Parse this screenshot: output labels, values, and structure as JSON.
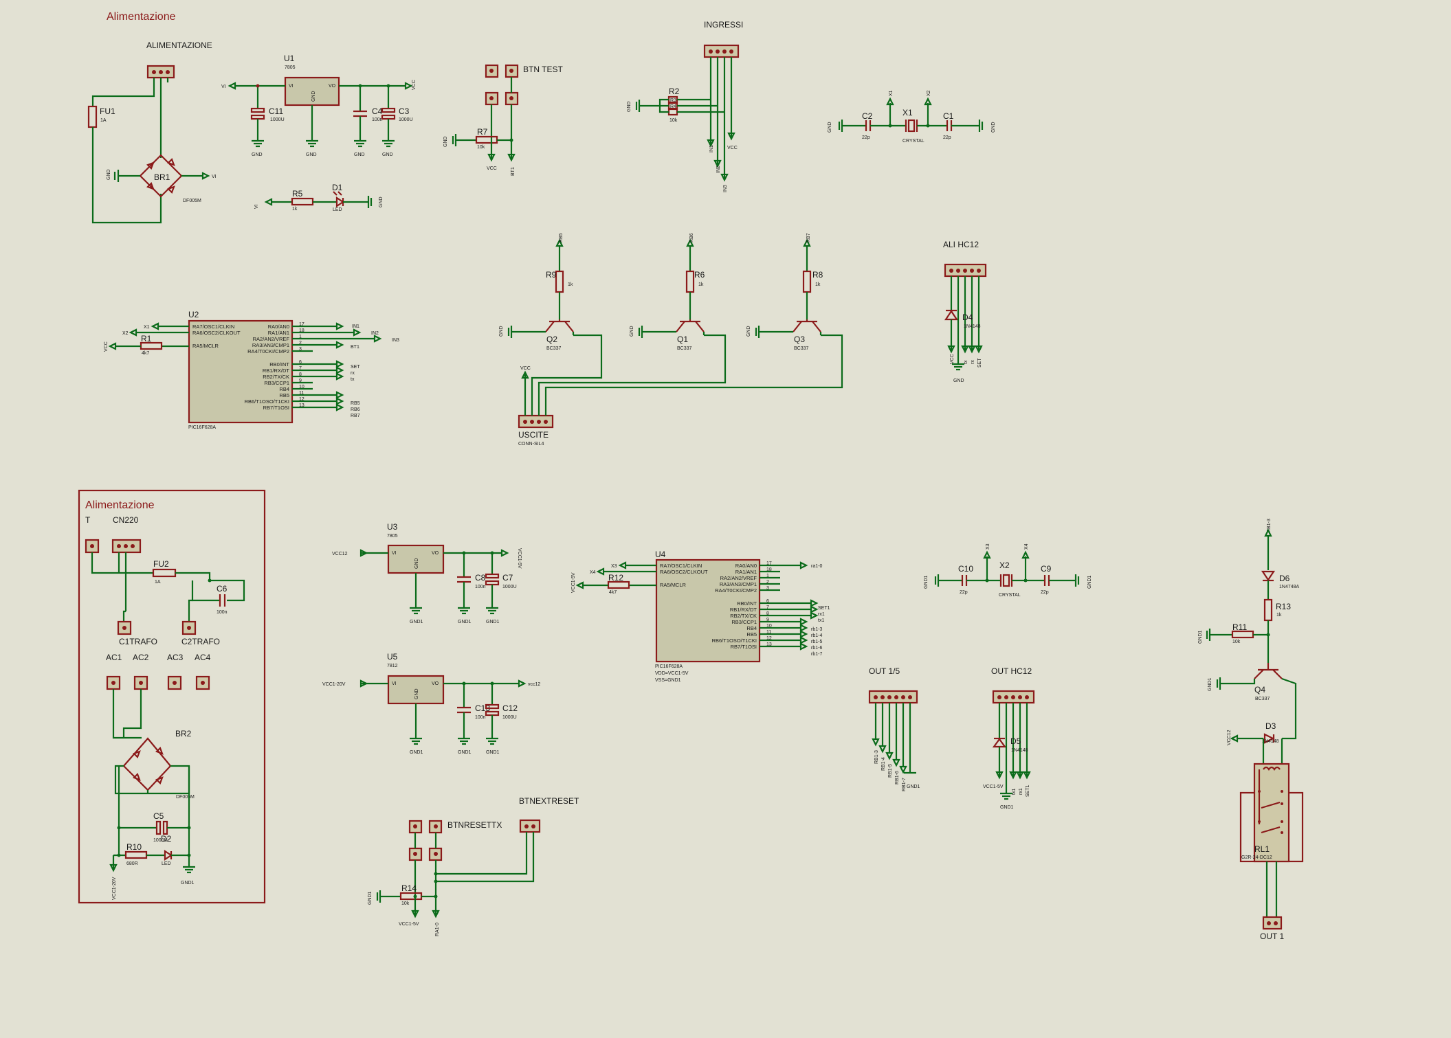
{
  "section_title_1": "Alimentazione",
  "section_title_2": "Alimentazione",
  "alimentazione_conn": "ALIMENTAZIONE",
  "fu1": {
    "ref": "FU1",
    "val": "1A"
  },
  "br1": {
    "ref": "BR1",
    "val": "DF005M"
  },
  "u1": {
    "ref": "U1",
    "val": "7805",
    "vi": "VI",
    "vo": "VO",
    "gnd": "GND"
  },
  "c11": {
    "ref": "C11",
    "val": "1000U"
  },
  "c4": {
    "ref": "C4",
    "val": "100n"
  },
  "c3": {
    "ref": "C3",
    "val": "1000U"
  },
  "btn_test": "BTN TEST",
  "r7": {
    "ref": "R7",
    "val": "10k"
  },
  "ingressi": "INGRESSI",
  "r2": {
    "ref": "R2",
    "val": "10k"
  },
  "r3": "R3",
  "r4": "R4",
  "x1": {
    "ref": "X1",
    "val": "CRYSTAL"
  },
  "c2": {
    "ref": "C2",
    "val": "22p"
  },
  "c1": {
    "ref": "C1",
    "val": "22p"
  },
  "r5": {
    "ref": "R5",
    "val": "1k"
  },
  "d1": {
    "ref": "D1",
    "val": "LED"
  },
  "r9": {
    "ref": "R9",
    "val": "1k"
  },
  "r6": {
    "ref": "R6",
    "val": "1k"
  },
  "r8": {
    "ref": "R8",
    "val": "1k"
  },
  "q2": {
    "ref": "Q2",
    "val": "BC337"
  },
  "q1": {
    "ref": "Q1",
    "val": "BC337"
  },
  "q3": {
    "ref": "Q3",
    "val": "BC337"
  },
  "uscite": {
    "ref": "USCITE",
    "val": "CONN-SIL4"
  },
  "ali_hc12": "ALI HC12",
  "d4": {
    "ref": "D4",
    "val": "1N4148"
  },
  "u2": {
    "ref": "U2",
    "val": "PIC16F628A",
    "left_pins": [
      "RA7/OSC1/CLKIN",
      "RA6/OSC2/CLKOUT",
      "RA5/MCLR"
    ],
    "right_pins": [
      "RA0/AN0",
      "RA1/AN1",
      "RA2/AN2/VREF",
      "RA3/AN3/CMP1",
      "RA4/T0CKI/CMP2",
      "RB0/INT",
      "RB1/RX/DT",
      "RB2/TX/CK",
      "RB3/CCP1",
      "RB4",
      "RB5",
      "RB6/T1OSO/T1CKI",
      "RB7/T1OSI"
    ],
    "right_nums": [
      "17",
      "18",
      "1",
      "2",
      "3",
      "6",
      "7",
      "8",
      "9",
      "10",
      "11",
      "12",
      "13"
    ]
  },
  "r1": {
    "ref": "R1",
    "val": "4k7"
  },
  "u4": {
    "ref": "U4",
    "val": "PIC16F628A",
    "extra1": "VDD=VCC1-5V",
    "extra2": "VSS=GND1"
  },
  "r12": {
    "ref": "R12",
    "val": "4k7"
  },
  "u3": {
    "ref": "U3",
    "val": "7805"
  },
  "u5": {
    "ref": "U5",
    "val": "7812"
  },
  "c8": {
    "ref": "C8",
    "val": "100n"
  },
  "c7": {
    "ref": "C7",
    "val": "1000U"
  },
  "c13": {
    "ref": "C13",
    "val": "100n"
  },
  "c12": {
    "ref": "C12",
    "val": "1000U"
  },
  "c10": {
    "ref": "C10",
    "val": "22p"
  },
  "c9": {
    "ref": "C9",
    "val": "22p"
  },
  "x2": {
    "ref": "X2",
    "val": "CRYSTAL"
  },
  "t_label": "T",
  "cn220": "CN220",
  "fu2": {
    "ref": "FU2",
    "val": "1A"
  },
  "c6": {
    "ref": "C6",
    "val": "100n"
  },
  "c1trafo": "C1TRAFO",
  "c2trafo": "C2TRAFO",
  "ac1": "AC1",
  "ac2": "AC2",
  "ac3": "AC3",
  "ac4": "AC4",
  "br2": {
    "ref": "BR2",
    "val": "DF005M"
  },
  "c5": {
    "ref": "C5",
    "val": "1000U"
  },
  "r10": {
    "ref": "R10",
    "val": "680R"
  },
  "d2": {
    "ref": "D2",
    "val": "LED"
  },
  "btnextreset": "BTNEXTRESET",
  "btnresettx": "BTNRESETTX",
  "r14": {
    "ref": "R14",
    "val": "10k"
  },
  "out15": "OUT 1/5",
  "outhc12": "OUT HC12",
  "d5": {
    "ref": "D5",
    "val": "1N4148"
  },
  "d6": {
    "ref": "D6",
    "val": "1N4748A"
  },
  "r13": {
    "ref": "R13",
    "val": "1k"
  },
  "r11": {
    "ref": "R11",
    "val": "10k"
  },
  "q4": {
    "ref": "Q4",
    "val": "BC337"
  },
  "d3": {
    "ref": "D3",
    "val": "1N4148"
  },
  "rl1": {
    "ref": "RL1",
    "val": "G2R-24-DC12"
  },
  "out1": "OUT 1",
  "nets": {
    "vi": "VI",
    "vcc": "VCC",
    "gnd": "GND",
    "gnd1": "GND1",
    "vcc12": "VCC12",
    "vcc15v": "VCC1-5V",
    "vcc120v": "VCC1-20V",
    "in1": "IN1",
    "in2": "IN2",
    "in3": "IN3",
    "bt1": "BT1",
    "set": "SET",
    "rx": "rx",
    "tx": "tx",
    "rb5": "RB5",
    "rb6": "RB6",
    "rb7": "RB7",
    "x1": "X1",
    "x2": "X2",
    "x3": "X3",
    "x4": "X4",
    "ra10": "ra1-0",
    "set1": "SET1",
    "rx1": "rx1",
    "tx1": "tx1",
    "rb13": "rb1-3",
    "rb14": "rb1-4",
    "rb15": "rb1-5",
    "rb16": "rb1-6",
    "rb17": "rb1-7",
    "rb_3": "RB1-3",
    "rb_4": "RB1-4",
    "rb_5": "RB1-5",
    "rb_6": "RB1-6",
    "rb_7": "RB1-7",
    "vcc12b": "vcc12",
    "ra1": "RA1-0",
    "in1b": "IN1",
    "in2b": "IN2",
    "in3b": "IN3",
    "vccp": "VCC",
    "rb1_3": "RB1-3"
  }
}
